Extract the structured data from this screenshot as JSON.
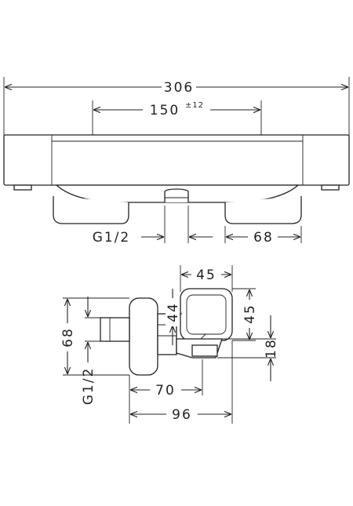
{
  "dimensions": {
    "overall_width": "306",
    "outlet_spacing": "150",
    "outlet_spacing_tolerance": "±12",
    "thread_top": "G1/2",
    "outlet_offset": "68",
    "handle_width": "45",
    "handle_height": "45",
    "projection_44": "44",
    "height_68": "68",
    "thread_side": "G1/2",
    "outlet_height": "18",
    "depth_70": "70",
    "depth_96": "96"
  }
}
